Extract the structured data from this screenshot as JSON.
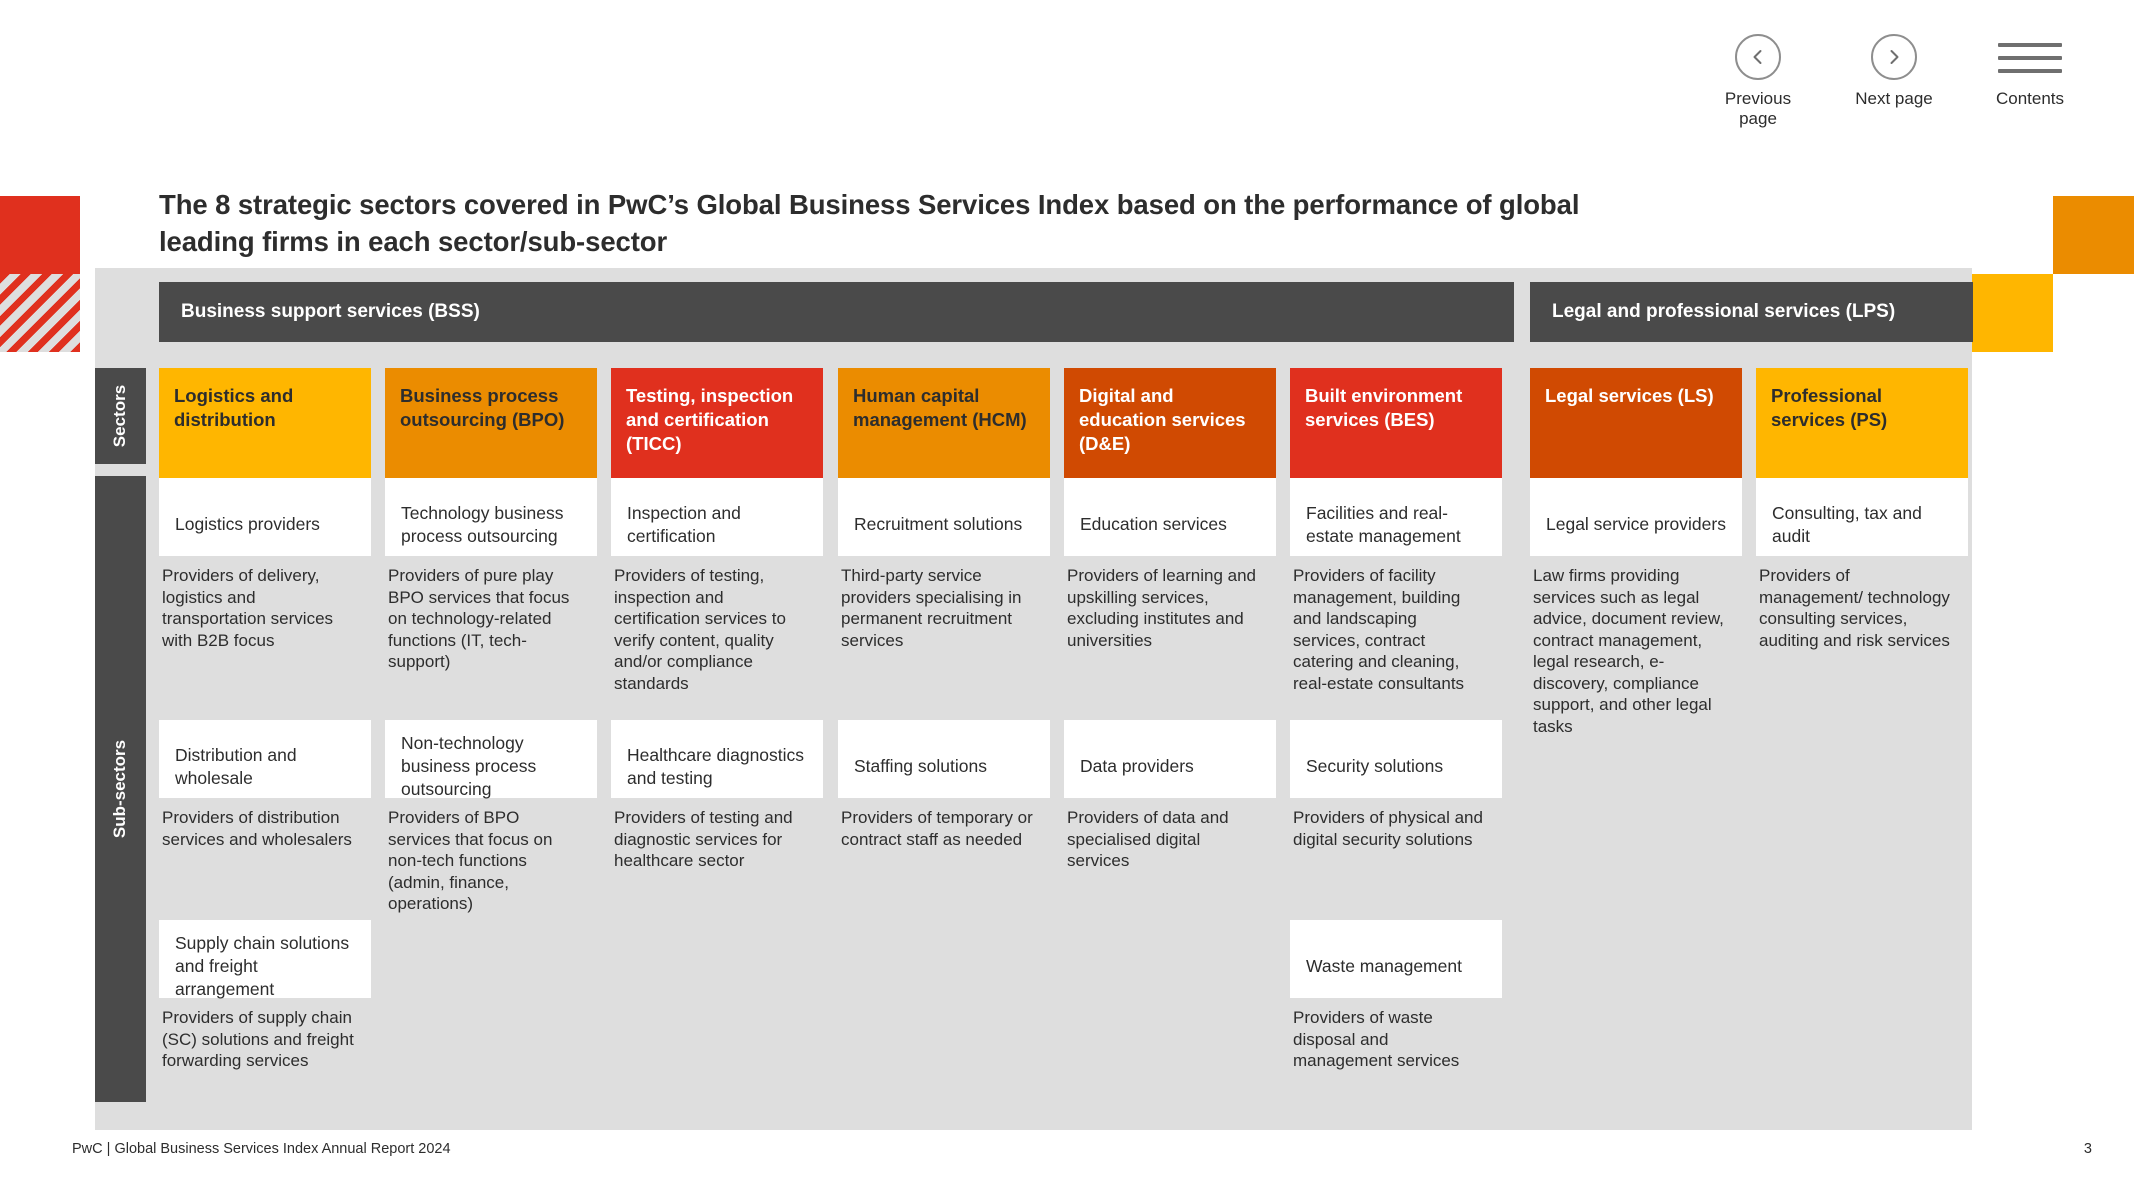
{
  "nav": {
    "previous": {
      "label": "Previous\npage",
      "icon": "chevron-left-icon"
    },
    "next": {
      "label": "Next\npage",
      "icon": "chevron-right-icon"
    },
    "contents": {
      "label": "Contents",
      "icon": "hamburger-menu-icon"
    }
  },
  "title": "The 8 strategic sectors covered in PwC’s Global Business Services Index based on the performance of global leading firms in each sector/sub-sector",
  "rails": {
    "sectors": "Sectors",
    "subsectors": "Sub-sectors"
  },
  "groups": [
    {
      "id": "bss",
      "label": "Business support services (BSS)"
    },
    {
      "id": "lps",
      "label": "Legal and professional services (LPS)"
    }
  ],
  "colors": {
    "amber": "#ffb600",
    "orange": "#eb8c00",
    "red": "#e0301e",
    "dark_orange": "#d04a02",
    "grey_bar": "#4a4a4a",
    "canvas": "#dedede"
  },
  "columns": [
    {
      "sector": "Logistics and distribution",
      "bg": "#ffb600",
      "fg": "#2d2d2d",
      "subsectors": [
        {
          "name": "Logistics providers",
          "desc": "Providers of delivery, logistics and transportation services with B2B focus"
        },
        {
          "name": "Distribution and wholesale",
          "desc": "Providers of distribution services and wholesalers"
        },
        {
          "name": "Supply chain solutions and freight arrangement",
          "desc": "Providers of supply chain (SC) solutions and freight forwarding services"
        }
      ]
    },
    {
      "sector": "Business process outsourcing (BPO)",
      "bg": "#eb8c00",
      "fg": "#2d2d2d",
      "subsectors": [
        {
          "name": "Technology business process outsourcing",
          "desc": "Providers of pure play BPO services that focus on technology-related functions (IT, tech-support)"
        },
        {
          "name": "Non-technology business process outsourcing",
          "desc": "Providers of BPO services that focus on non-tech functions (admin, finance, operations)"
        }
      ]
    },
    {
      "sector": "Testing, inspection and certification (TICC)",
      "bg": "#e0301e",
      "fg": "#ffffff",
      "subsectors": [
        {
          "name": "Inspection and certification",
          "desc": "Providers of testing, inspection and certification services to verify content, quality and/or compliance standards"
        },
        {
          "name": "Healthcare diagnostics and testing",
          "desc": "Providers of testing and diagnostic services for healthcare sector"
        }
      ]
    },
    {
      "sector": "Human capital management (HCM)",
      "bg": "#eb8c00",
      "fg": "#2d2d2d",
      "subsectors": [
        {
          "name": "Recruitment solutions",
          "desc": "Third-party service providers specialising in permanent recruitment services"
        },
        {
          "name": "Staffing solutions",
          "desc": "Providers of temporary or contract staff as needed"
        }
      ]
    },
    {
      "sector": "Digital and education services (D&E)",
      "bg": "#d04a02",
      "fg": "#ffffff",
      "subsectors": [
        {
          "name": "Education services",
          "desc": "Providers of learning and upskilling services, excluding institutes and universities"
        },
        {
          "name": "Data providers",
          "desc": "Providers of data and specialised digital services"
        }
      ]
    },
    {
      "sector": "Built environment services (BES)",
      "bg": "#e0301e",
      "fg": "#ffffff",
      "subsectors": [
        {
          "name": "Facilities and real-estate management",
          "desc": "Providers of facility management, building and landscaping services, contract catering and cleaning, real-estate consultants"
        },
        {
          "name": "Security solutions",
          "desc": "Providers of physical and digital security solutions"
        },
        {
          "name": "Waste management",
          "desc": "Providers of waste disposal and management services"
        }
      ]
    },
    {
      "sector": "Legal services (LS)",
      "bg": "#d04a02",
      "fg": "#ffffff",
      "subsectors": [
        {
          "name": "Legal service providers",
          "desc": "Law firms providing services such as legal advice, document review, contract management, legal research, e-discovery, compliance support, and other legal tasks"
        }
      ]
    },
    {
      "sector": "Professional services (PS)",
      "bg": "#ffb600",
      "fg": "#2d2d2d",
      "subsectors": [
        {
          "name": "Consulting, tax and audit",
          "desc": "Providers of management/ technology consulting services, auditing and risk services"
        }
      ]
    }
  ],
  "footer": {
    "left": "PwC | Global Business Services Index Annual Report 2024",
    "page_number": "3"
  }
}
